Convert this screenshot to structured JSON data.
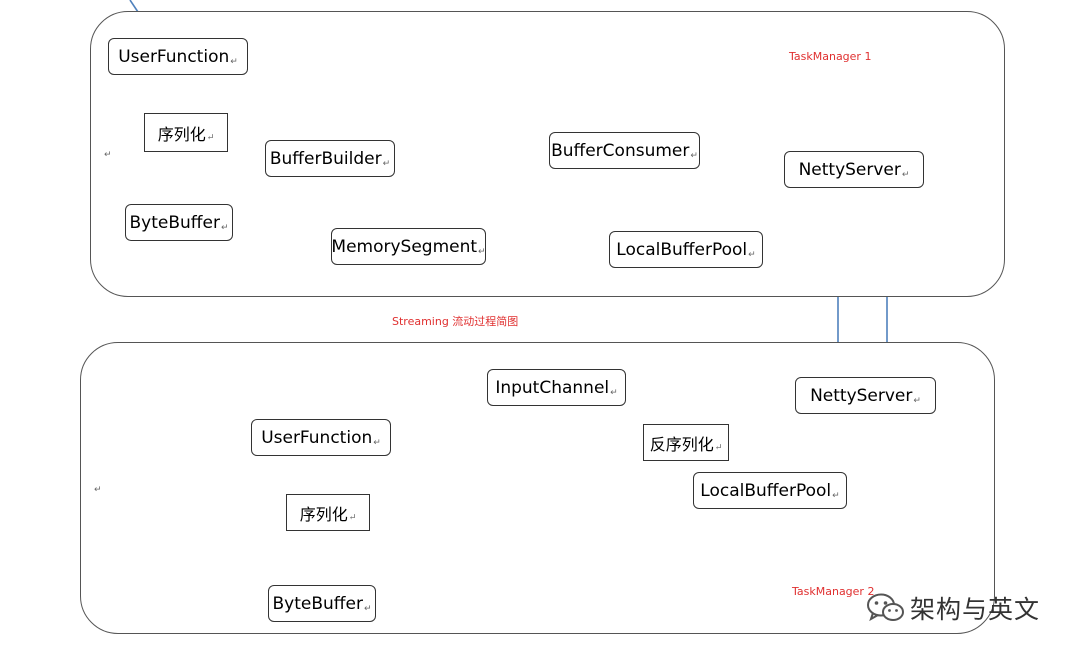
{
  "labels": {
    "tm1": "TaskManager 1",
    "tm2": "TaskManager 2",
    "caption": "Streaming 流动过程简图",
    "watermark": "架构与英文"
  },
  "nodes": {
    "userfunction1": "UserFunction",
    "serialize1": "序列化",
    "bytebuffer1": "ByteBuffer",
    "bufferbuilder": "BufferBuilder",
    "memorysegment": "MemorySegment",
    "bufferconsumer": "BufferConsumer",
    "localbufferpool1": "LocalBufferPool",
    "nettyserver1": "NettyServer",
    "nettyserver2": "NettyServer",
    "localbufferpool2": "LocalBufferPool",
    "deserialize": "反序列化",
    "inputchannel": "InputChannel",
    "userfunction2": "UserFunction",
    "serialize2": "序列化",
    "bytebuffer2": "ByteBuffer"
  },
  "colors": {
    "arrow": "#4f81bd",
    "caption": "#e03030",
    "border": "#333333"
  },
  "icons": {
    "watermark": "wechat-icon"
  }
}
